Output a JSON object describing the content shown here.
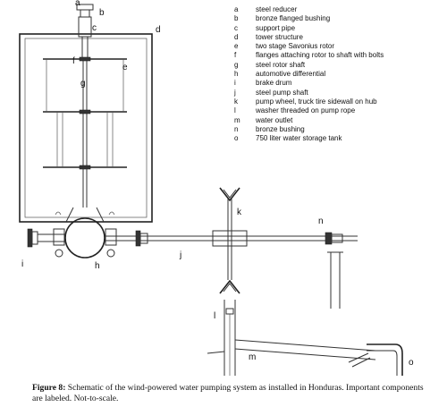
{
  "legend": [
    {
      "key": "a",
      "text": "steel reducer"
    },
    {
      "key": "b",
      "text": "bronze flanged bushing"
    },
    {
      "key": "c",
      "text": "support pipe"
    },
    {
      "key": "d",
      "text": "tower structure"
    },
    {
      "key": "e",
      "text": "two stage Savonius rotor"
    },
    {
      "key": "f",
      "text": "flanges attaching rotor to shaft with bolts"
    },
    {
      "key": "g",
      "text": "steel rotor shaft"
    },
    {
      "key": "h",
      "text": "automotive differential"
    },
    {
      "key": "i",
      "text": "brake drum"
    },
    {
      "key": "j",
      "text": "steel pump shaft"
    },
    {
      "key": "k",
      "text": "pump wheel, truck tire sidewall on hub"
    },
    {
      "key": "l",
      "text": "washer threaded on pump rope"
    },
    {
      "key": "m",
      "text": "water outlet"
    },
    {
      "key": "n",
      "text": "bronze bushing"
    },
    {
      "key": "o",
      "text": "750 liter water storage tank"
    }
  ],
  "diagram_labels": {
    "a": "a",
    "b": "b",
    "c": "c",
    "d": "d",
    "e": "e",
    "f": "f",
    "g": "g",
    "h": "h",
    "i": "i",
    "j": "j",
    "k": "k",
    "l": "l",
    "m": "m",
    "n": "n",
    "o": "o"
  },
  "caption": {
    "label": "Figure 8:",
    "text": " Schematic of the wind-powered water pumping system as installed in Honduras.  Important components are labeled.  Not-to-scale."
  }
}
